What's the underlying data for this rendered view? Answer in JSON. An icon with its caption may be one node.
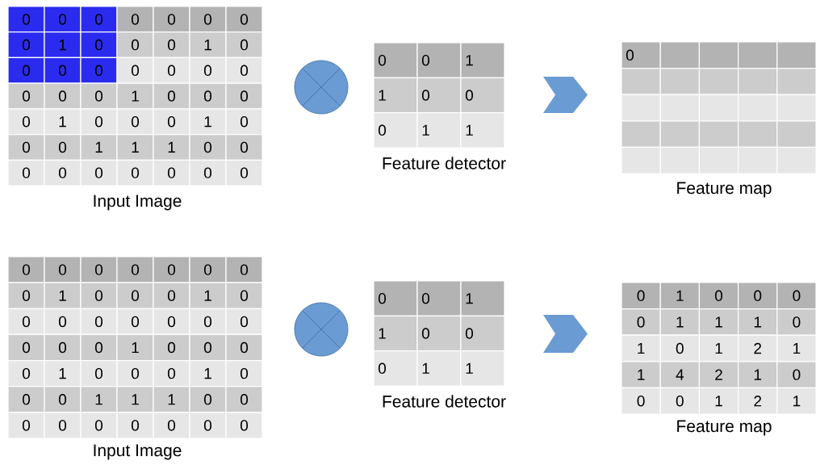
{
  "diagram": {
    "labels": [
      "0",
      "0",
      "0",
      "0",
      "0",
      "0",
      "0",
      "0",
      "1",
      "0",
      "0",
      "0",
      "1",
      "0",
      "0",
      "0",
      "0",
      "0",
      "0",
      "0",
      "0",
      "0",
      "0",
      "0",
      "1",
      "0",
      "0",
      "0",
      "0",
      "1",
      "0",
      "0",
      "0",
      "1",
      "0",
      "0",
      "0",
      "1",
      "1",
      "1",
      "0",
      "0",
      "0",
      "0",
      "0",
      "0",
      "0",
      "0",
      "0",
      "Input Image",
      "0",
      "0",
      "1",
      "1",
      "0",
      "0",
      "0",
      "1",
      "1",
      "Feature detector",
      "0",
      "Feature map",
      "0",
      "0",
      "0",
      "0",
      "0",
      "0",
      "0",
      "0",
      "1",
      "0",
      "0",
      "0",
      "1",
      "0",
      "0",
      "0",
      "0",
      "0",
      "0",
      "0",
      "0",
      "0",
      "0",
      "0",
      "1",
      "0",
      "0",
      "0",
      "0",
      "1",
      "0",
      "0",
      "0",
      "1",
      "0",
      "0",
      "0",
      "1",
      "1",
      "1",
      "0",
      "0",
      "0",
      "0",
      "0",
      "0",
      "0",
      "0",
      "0",
      "Input Image",
      "0",
      "0",
      "1",
      "1",
      "0",
      "0",
      "0",
      "1",
      "1",
      "Feature detector",
      "0",
      "1",
      "0",
      "0",
      "0",
      "0",
      "1",
      "1",
      "1",
      "0",
      "1",
      "0",
      "1",
      "2",
      "1",
      "1",
      "4",
      "2",
      "1",
      "0",
      "0",
      "0",
      "1",
      "2",
      "1",
      "Feature map"
    ]
  }
}
